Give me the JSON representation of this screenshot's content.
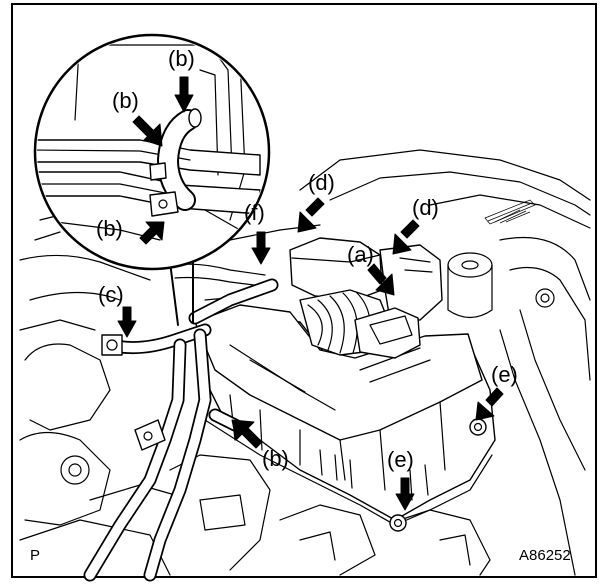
{
  "figure": {
    "callouts": [
      {
        "id": "b1",
        "text": "(b)"
      },
      {
        "id": "b2",
        "text": "(b)"
      },
      {
        "id": "b3",
        "text": "(b)"
      },
      {
        "id": "b4",
        "text": "(b)"
      },
      {
        "id": "c",
        "text": "(c)"
      },
      {
        "id": "d1",
        "text": "(d)"
      },
      {
        "id": "d2",
        "text": "(d)"
      },
      {
        "id": "a",
        "text": "(a)"
      },
      {
        "id": "f",
        "text": "(f)"
      },
      {
        "id": "e1",
        "text": "(e)"
      },
      {
        "id": "e2",
        "text": "(e)"
      }
    ],
    "corner_left": "P",
    "figure_id": "A86252"
  }
}
